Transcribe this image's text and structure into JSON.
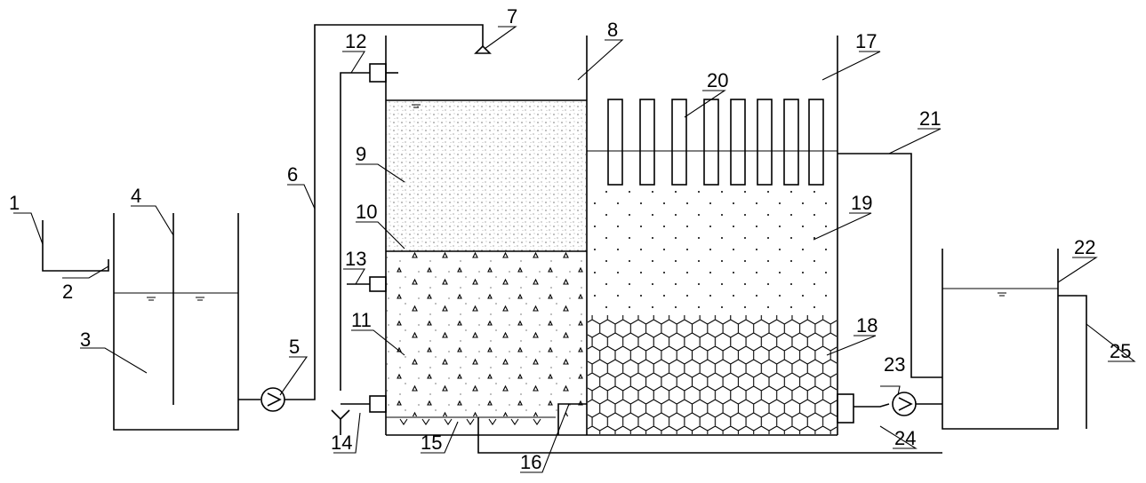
{
  "diagram": {
    "labels": [
      {
        "id": "1",
        "text": "1"
      },
      {
        "id": "2",
        "text": "2"
      },
      {
        "id": "3",
        "text": "3"
      },
      {
        "id": "4",
        "text": "4"
      },
      {
        "id": "5",
        "text": "5"
      },
      {
        "id": "6",
        "text": "6"
      },
      {
        "id": "7",
        "text": "7"
      },
      {
        "id": "8",
        "text": "8"
      },
      {
        "id": "9",
        "text": "9"
      },
      {
        "id": "10",
        "text": "10"
      },
      {
        "id": "11",
        "text": "11"
      },
      {
        "id": "12",
        "text": "12"
      },
      {
        "id": "13",
        "text": "13"
      },
      {
        "id": "14",
        "text": "14"
      },
      {
        "id": "15",
        "text": "15"
      },
      {
        "id": "16",
        "text": "16"
      },
      {
        "id": "17",
        "text": "17"
      },
      {
        "id": "18",
        "text": "18"
      },
      {
        "id": "19",
        "text": "19"
      },
      {
        "id": "20",
        "text": "20"
      },
      {
        "id": "21",
        "text": "21"
      },
      {
        "id": "22",
        "text": "22"
      },
      {
        "id": "23",
        "text": "23"
      },
      {
        "id": "24",
        "text": "24"
      },
      {
        "id": "25",
        "text": "25"
      }
    ]
  }
}
